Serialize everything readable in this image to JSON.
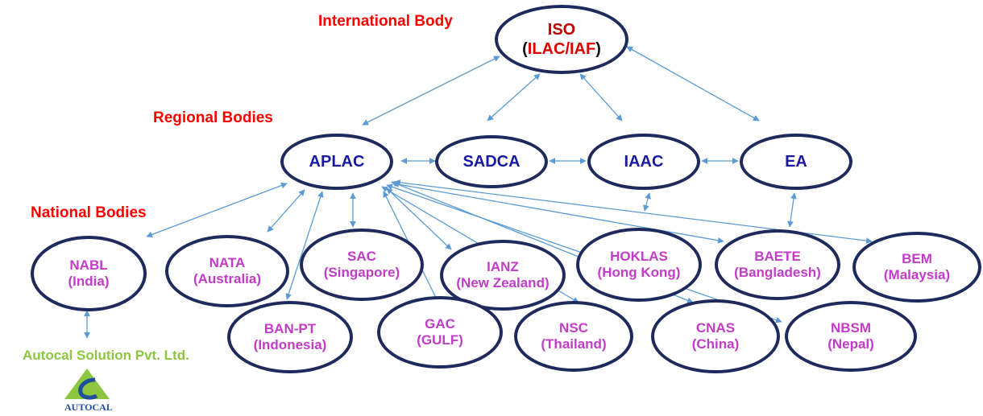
{
  "levels": {
    "international": "International Body",
    "regional": "Regional Bodies",
    "national": "National Bodies"
  },
  "iso": {
    "title": "ISO",
    "open": "(",
    "ilac": "ILAC/IAF",
    "close": ")"
  },
  "regional": {
    "aplac": "APLAC",
    "sadca": "SADCA",
    "iaac": "IAAC",
    "ea": "EA"
  },
  "national": {
    "nabl": {
      "name": "NABL",
      "country": "(India)"
    },
    "nata": {
      "name": "NATA",
      "country": "(Australia)"
    },
    "sac": {
      "name": "SAC",
      "country": "(Singapore)"
    },
    "ianz": {
      "name": "IANZ",
      "country": "(New Zealand)"
    },
    "hoklas": {
      "name": "HOKLAS",
      "country": "(Hong Kong)"
    },
    "baete": {
      "name": "BAETE",
      "country": "(Bangladesh)"
    },
    "bem": {
      "name": "BEM",
      "country": "(Malaysia)"
    },
    "banpt": {
      "name": "BAN-PT",
      "country": "(Indonesia)"
    },
    "gac": {
      "name": "GAC",
      "country": "(GULF)"
    },
    "nsc": {
      "name": "NSC",
      "country": "(Thailand)"
    },
    "cnas": {
      "name": "CNAS",
      "country": "(China)"
    },
    "nbsm": {
      "name": "NBSM",
      "country": "(Nepal)"
    }
  },
  "company": {
    "name": "Autocal Solution Pvt. Ltd.",
    "logo_text": "AUTOCAL"
  },
  "colors": {
    "level_label": "#ff0000",
    "regional_text": "#1a1aa0",
    "national_text": "#c23cc8",
    "node_border": "#1f2a5c",
    "arrow": "#5b9bd5",
    "company_text": "#8cc63f",
    "logo_blue": "#1f4e9c"
  }
}
